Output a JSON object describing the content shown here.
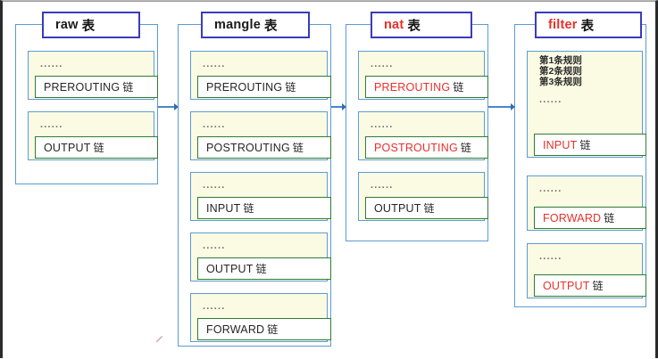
{
  "diagram": {
    "title": "iptables tables and chains",
    "colors": {
      "table_border": "#5b9bd5",
      "title_border": "#3b3bbd",
      "chain_border": "#2e7d32",
      "chain_fill": "#fbfbe4",
      "accent_red": "#e8312a",
      "text_black": "#1a1a1a",
      "connector": "#4a86c8"
    },
    "dots_placeholder": "......",
    "chain_suffix": "链",
    "table_suffix": "表"
  },
  "tables": [
    {
      "id": "raw",
      "name": "raw",
      "suffix": "表",
      "name_color": "black",
      "chains": [
        {
          "name": "PREROUTING",
          "suffix": "链",
          "color": "black",
          "dots": "......",
          "rules": []
        },
        {
          "name": "OUTPUT",
          "suffix": "链",
          "color": "black",
          "dots": "......",
          "rules": []
        }
      ]
    },
    {
      "id": "mangle",
      "name": "mangle",
      "suffix": "表",
      "name_color": "black",
      "chains": [
        {
          "name": "PREROUTING",
          "suffix": "链",
          "color": "black",
          "dots": "......",
          "rules": []
        },
        {
          "name": "POSTROUTING",
          "suffix": "链",
          "color": "black",
          "dots": "......",
          "rules": []
        },
        {
          "name": "INPUT",
          "suffix": "链",
          "color": "black",
          "dots": "......",
          "rules": []
        },
        {
          "name": "OUTPUT",
          "suffix": "链",
          "color": "black",
          "dots": "......",
          "rules": []
        },
        {
          "name": "FORWARD",
          "suffix": "链",
          "color": "black",
          "dots": "......",
          "rules": []
        }
      ]
    },
    {
      "id": "nat",
      "name": "nat",
      "suffix": "表",
      "name_color": "red",
      "chains": [
        {
          "name": "PREROUTING",
          "suffix": "链",
          "color": "red",
          "dots": "......",
          "rules": []
        },
        {
          "name": "POSTROUTING",
          "suffix": "链",
          "color": "red",
          "dots": "......",
          "rules": []
        },
        {
          "name": "OUTPUT",
          "suffix": "链",
          "color": "black",
          "dots": "......",
          "rules": []
        }
      ]
    },
    {
      "id": "filter",
      "name": "filter",
      "suffix": "表",
      "name_color": "red",
      "chains": [
        {
          "name": "INPUT",
          "suffix": "链",
          "color": "red",
          "dots": "......",
          "rules": [
            "第1条规则",
            "第2条规则",
            "第3条规则"
          ]
        },
        {
          "name": "FORWARD",
          "suffix": "链",
          "color": "red",
          "dots": "......",
          "rules": []
        },
        {
          "name": "OUTPUT",
          "suffix": "链",
          "color": "red",
          "dots": "......",
          "rules": []
        }
      ]
    }
  ],
  "connectors": [
    {
      "from": "raw",
      "to": "mangle"
    },
    {
      "from": "mangle",
      "to": "nat"
    },
    {
      "from": "nat",
      "to": "filter"
    }
  ]
}
